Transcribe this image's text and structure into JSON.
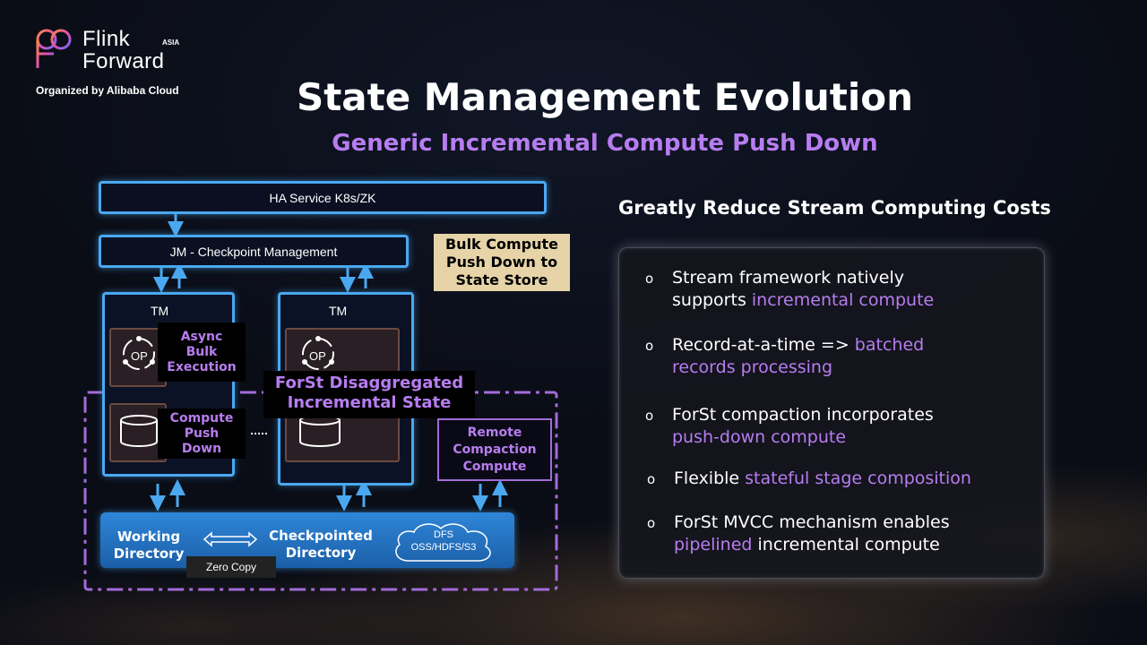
{
  "logo": {
    "line1": "Flink",
    "line2": "Forward",
    "region": "ASIA",
    "organizer": "Organized by Alibaba Cloud"
  },
  "title": "State Management Evolution",
  "subtitle": "Generic Incremental Compute Push Down",
  "diagram": {
    "ha_service": "HA Service K8s/ZK",
    "jm": "JM - Checkpoint Management",
    "bulk_note": [
      "Bulk Compute",
      "Push Down to",
      "State Store"
    ],
    "tm_label": "TM",
    "op_label": "OP",
    "async_label": [
      "Async",
      "Bulk",
      "Execution"
    ],
    "compute_label": [
      "Compute",
      "Push",
      "Down"
    ],
    "forst_label": [
      "ForSt Disaggregated",
      "Incremental State"
    ],
    "remote_label": [
      "Remote",
      "Compaction",
      "Compute"
    ],
    "working_dir": [
      "Working",
      "Directory"
    ],
    "checkpointed_dir": [
      "Checkpointed",
      "Directory"
    ],
    "zero_copy": "Zero Copy",
    "dfs": [
      "DFS",
      "OSS/HDFS/S3"
    ]
  },
  "colors": {
    "accent": "#b77df0",
    "blue": "#4aa8f0"
  },
  "right": {
    "heading": "Greatly Reduce Stream Computing Costs",
    "bullet_icon": "o",
    "bullets": [
      {
        "l1a": "Stream framework natively",
        "l2a": "supports ",
        "l2h": "incremental compute"
      },
      {
        "l1a": "Record-at-a-time => ",
        "l1h": "batched",
        "l2h": "records processing"
      },
      {
        "l1a": "ForSt compaction incorporates",
        "l2h": "push-down compute"
      },
      {
        "l1a": "Flexible ",
        "l1h": "stateful stage composition"
      },
      {
        "l1a": "ForSt MVCC mechanism enables",
        "l2h": "pipelined",
        "l2a": " incremental compute"
      }
    ]
  }
}
